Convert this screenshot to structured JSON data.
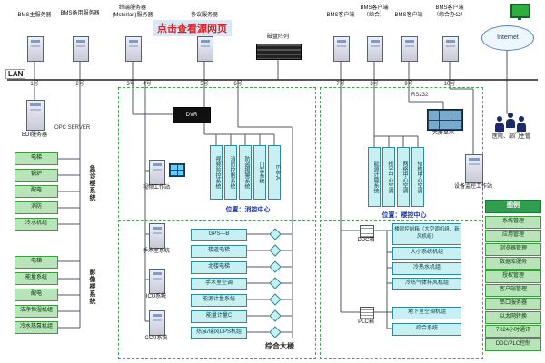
{
  "watermark": "点击查看源网页",
  "lan": {
    "label": "LAN"
  },
  "ports": [
    "1号",
    "2号",
    "3号",
    "4号",
    "5号",
    "6号",
    "7号",
    "8号",
    "9号",
    "10号"
  ],
  "top": {
    "nodes": [
      {
        "line1": "BMS主服务器",
        "line2": ""
      },
      {
        "line1": "BMS备用服务器",
        "line2": ""
      },
      {
        "line1": "终端服务器",
        "line2": "(Msterlan)服务器"
      },
      {
        "line1": "协议服务器",
        "line2": ""
      },
      {
        "line1": "BMS客户端",
        "line2": ""
      },
      {
        "line1": "BMS客户端",
        "line2": "（综合）"
      },
      {
        "line1": "BMS客户端",
        "line2": ""
      },
      {
        "line1": "BMS客户端",
        "line2": "（综合办公）"
      }
    ],
    "disk_array": "磁盘阵列",
    "internet": "Internet"
  },
  "left": {
    "edi": "EDI服务器",
    "opc": "OPC SERVER",
    "group1": {
      "title": "急诊楼系统",
      "items": [
        "电梯",
        "锅炉",
        "配电",
        "消防",
        "冷水机组"
      ]
    },
    "group2": {
      "title": "影像楼系统",
      "items": [
        "电梯",
        "能量系统",
        "配电",
        "洁净恒湿机组",
        "冷水热泵机组"
      ]
    }
  },
  "middle": {
    "dvr": "DVR",
    "stations": [
      "视频工作站",
      "手术室系统",
      "ICU系统",
      "CCU系统"
    ],
    "systems": [
      "视频监控系统",
      "消防控制系统",
      "防盗报警系统",
      "门禁系统",
      "E-B-A"
    ],
    "location": "位置：消控中心",
    "units": [
      "GPS—B",
      "楼道电梯",
      "北楼电梯",
      "手术室空调",
      "能源计量系统",
      "能量计量C",
      "热泵/瑞风UPS机组"
    ],
    "building": "综合大楼"
  },
  "right": {
    "rs232": "RS232",
    "screen": "大屏显示",
    "systems": [
      "能源计算系统",
      "楼宇中心空调",
      "网络中心空调",
      "结构中心空调"
    ],
    "location": "位置：楼控中心",
    "ddc": "DDC箱",
    "plc": "PLC箱",
    "boxes_top": [
      "楼层控制箱（大空调机组、新风机组）",
      "大小系统机组",
      "冷热水机组",
      "冷热气体排风机组"
    ],
    "boxes_bottom": [
      "地下室空调机组",
      "综合系统"
    ],
    "workstation": "设备监控工作站",
    "managers": "医院、部门主管"
  },
  "legend": {
    "title": "图例",
    "items": [
      "系统管理",
      "应用管理",
      "浏览器管理",
      "数据库服务",
      "授权管理",
      "客户端管理",
      "串口服务器",
      "以太网转换",
      "7X24小时通讯",
      "DDC/PLC控制"
    ]
  }
}
